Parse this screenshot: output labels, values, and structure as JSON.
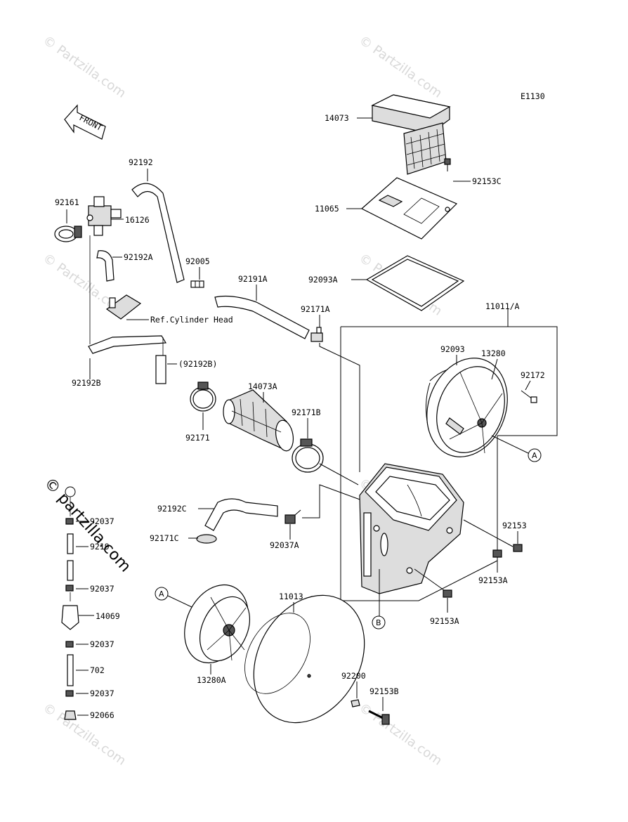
{
  "diagram_code": "E1130",
  "front_label": "FRONT",
  "ref_label": "Ref.Cylinder Head",
  "watermark": "© Partzilla.com",
  "watermark_big": "© partzilla.com",
  "callouts": {
    "a": "A",
    "b": "B"
  },
  "parts": {
    "p14073": "14073",
    "p92153c": "92153C",
    "p11065": "11065",
    "p92093a": "92093A",
    "p11011a": "11011/A",
    "p92093": "92093",
    "p13280": "13280",
    "p92172": "92172",
    "p92192": "92192",
    "p92161": "92161",
    "p16126": "16126",
    "p92192a": "92192A",
    "p92005": "92005",
    "p92191a": "92191A",
    "p92171a": "92171A",
    "p92192b": "92192B",
    "p92192b_paren": "(92192B)",
    "p14073a": "14073A",
    "p92171b": "92171B",
    "p92171": "92171",
    "p92192c": "92192C",
    "p92171c": "92171C",
    "p92037a": "92037A",
    "p92153": "92153",
    "p92153a_1": "92153A",
    "p92153a_2": "92153A",
    "p92037_1": "92037",
    "p9219x": "9219",
    "p92037_2": "92037",
    "p14069": "14069",
    "p92037_3": "92037",
    "p702": "702",
    "p92037_4": "92037",
    "p92066": "92066",
    "p11013": "11013",
    "p13280a": "13280A",
    "p92200": "92200",
    "p92153b": "92153B"
  }
}
